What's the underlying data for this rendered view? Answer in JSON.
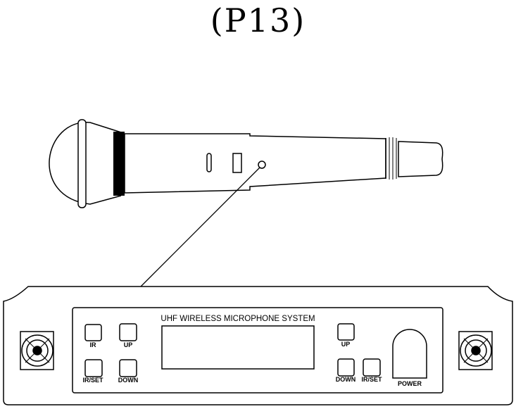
{
  "title": "(P13)",
  "receiver": {
    "system_name": "UHF WIRELESS MICROPHONE SYSTEM",
    "buttons": {
      "ir": "IR",
      "up_left": "UP",
      "irset_left": "IR/SET",
      "down_left": "DOWN",
      "up_right": "UP",
      "down_right": "DOWN",
      "irset_right": "IR/SET",
      "power": "POWER"
    }
  }
}
